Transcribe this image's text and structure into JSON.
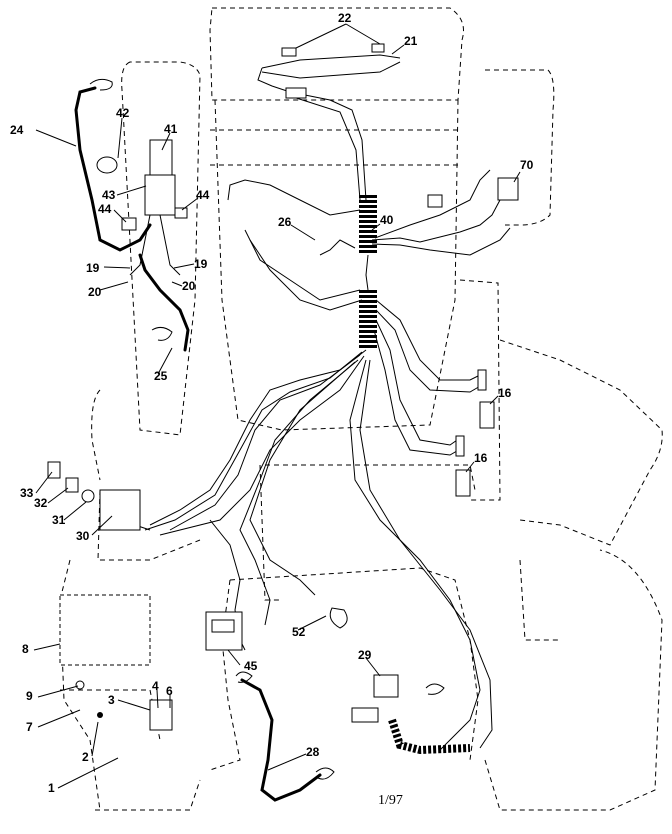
{
  "callouts": {
    "n22": "22",
    "n21": "21",
    "n24": "24",
    "n42": "42",
    "n41": "41",
    "n43": "43",
    "n44a": "44",
    "n44b": "44",
    "n70": "70",
    "n26": "26",
    "n40": "40",
    "n19a": "19",
    "n19b": "19",
    "n20a": "20",
    "n20b": "20",
    "n25": "25",
    "n16a": "16",
    "n16b": "16",
    "n33": "33",
    "n32": "32",
    "n31": "31",
    "n30": "30",
    "n52": "52",
    "n29": "29",
    "n8": "8",
    "n45": "45",
    "n4": "4",
    "n6": "6",
    "n9": "9",
    "n3": "3",
    "n7": "7",
    "n28": "28",
    "n2": "2",
    "n1": "1"
  },
  "footer": {
    "date_code": "1/97"
  }
}
